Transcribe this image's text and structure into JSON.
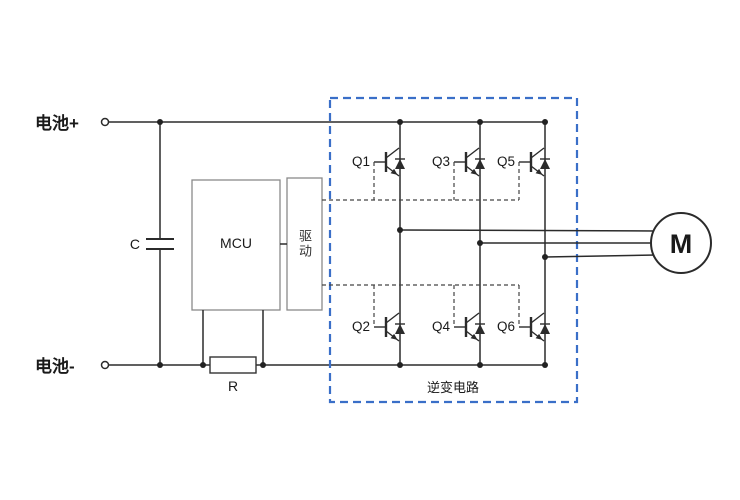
{
  "diagram": {
    "labels": {
      "battery_plus": "电池+",
      "battery_minus": "电池-",
      "capacitor": "C",
      "mcu": "MCU",
      "driver": "驱动",
      "resistor": "R",
      "inverter": "逆变电路",
      "motor": "M"
    },
    "transistors": {
      "q1": "Q1",
      "q2": "Q2",
      "q3": "Q3",
      "q4": "Q4",
      "q5": "Q5",
      "q6": "Q6"
    },
    "colors": {
      "wire": "#2b2b2b",
      "inverter_box": "#3a6fc8",
      "block_border": "#8a8a8a",
      "background": "#ffffff"
    }
  }
}
